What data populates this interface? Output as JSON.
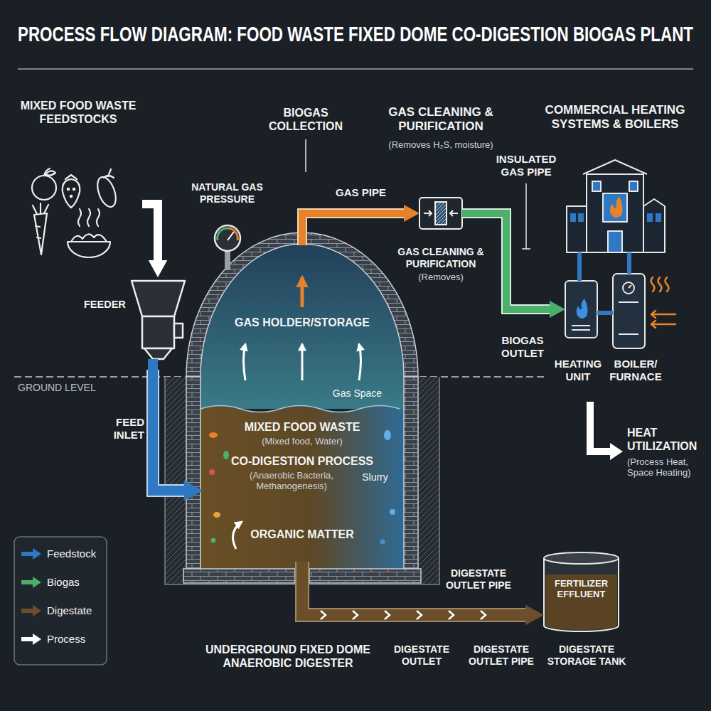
{
  "diagram": {
    "title": "PROCESS FLOW DIAGRAM: FOOD WASTE FIXED DOME CO-DIGESTION BIOGAS PLANT",
    "nodes": [
      {
        "text": [
          "MIXED FOOD WASTE FEEDSTOCKS"
        ]
      },
      {
        "text": [
          "FEEDER"
        ]
      },
      {
        "text": [
          "UNDERGROUND FIXED DOME ANAEROBIC DIGESTER"
        ]
      },
      {
        "text": [
          "GAS HOLDER/STORAGE",
          "Gas Space"
        ],
        "in": 2
      },
      {
        "text": [
          "MIXED FOOD WASTE",
          "(Mixed food, Water)",
          "CO-DIGESTION PROCESS",
          "(Anaerobic Bacteria, Methanogenesis)",
          "ORGANIC MATTER",
          "Slurry"
        ],
        "in": 2
      },
      {
        "text": [
          "GAS CLEANING & PURIFICATION",
          "(Removes H₂S, moisture)",
          "GAS CLEANING & PURIFICATION",
          "(Removes)"
        ]
      },
      {
        "text": [
          "COMMERCIAL HEATING SYSTEMS & BOILERS"
        ]
      },
      {
        "text": [
          "HEATING UNIT"
        ]
      },
      {
        "text": [
          "BOILER/ FURNACE"
        ]
      },
      {
        "text": [
          "FERTILIZER EFFLUENT",
          "DIGESTATE STORAGE TANK"
        ]
      },
      {
        "text": [
          "NATURAL GAS PRESSURE"
        ]
      }
    ],
    "edges": [
      {
        "from": 0,
        "to": 1,
        "arrow": "to"
      },
      {
        "from": 1,
        "to": 4,
        "label": "FEED INLET",
        "arrow": "to"
      },
      {
        "from": 3,
        "to": 5,
        "label": "GAS PIPE",
        "arrow": "to"
      },
      {
        "from": 5,
        "to": 7,
        "arrow": "to"
      },
      {
        "from": 6,
        "to": 7,
        "arrow": "none"
      },
      {
        "from": 6,
        "to": 8,
        "arrow": "none"
      },
      {
        "from": 7,
        "to": 8,
        "arrow": "none"
      },
      {
        "from": 4,
        "to": 9,
        "label": "DIGESTATE OUTLET PIPE",
        "arrow": "to"
      }
    ],
    "labels": [
      "BIOGAS COLLECTION",
      "INSULATED GAS PIPE",
      "BIOGAS OUTLET",
      "GROUND LEVEL",
      "HEAT UTILIZATION",
      "(Process Heat, Space Heating)",
      "DIGESTATE OUTLET",
      "DIGESTATE OUTLET PIPE"
    ],
    "legend": [
      {
        "text": "Feedstock",
        "color": "#2f78c4"
      },
      {
        "text": "Biogas",
        "color": "#4caf6a"
      },
      {
        "text": "Digestate",
        "color": "#6b4f2a"
      },
      {
        "text": "Process",
        "color": "#ffffff"
      }
    ]
  }
}
